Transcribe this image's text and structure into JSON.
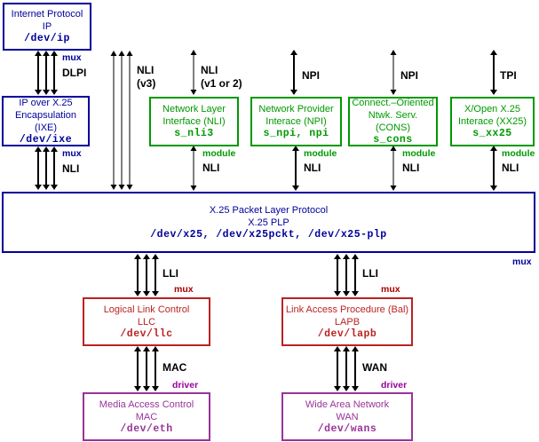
{
  "diagram": {
    "title_hint": "X.25 protocol stack diagram",
    "boxes": {
      "ip": {
        "line1": "Internet Protocol",
        "line2": "IP",
        "dev": "/dev/ip"
      },
      "ixe": {
        "line1": "IP over X.25",
        "line2": "Encapsulation (IXE)",
        "dev": "/dev/ixe"
      },
      "nli": {
        "line1": "Network Layer",
        "line2": "Interface (NLI)",
        "dev": "s_nli3"
      },
      "npi": {
        "line1": "Network Provider",
        "line2": "Interace (NPI)",
        "dev": "s_npi, npi"
      },
      "cons": {
        "line1": "Connect.–Oriented",
        "line2": "Ntwk. Serv. (CONS)",
        "dev": "s_cons"
      },
      "xx25": {
        "line1": "X/Open X.25",
        "line2": "Interace (XX25)",
        "dev": "s_xx25"
      },
      "plp": {
        "line1": "X.25 Packet Layer Protocol",
        "line2": "X.25 PLP",
        "dev": "/dev/x25, /dev/x25pckt, /dev/x25-plp"
      },
      "llc": {
        "line1": "Logical Link Control",
        "line2": "LLC",
        "dev": "/dev/llc"
      },
      "lapb": {
        "line1": "Link Access Procedure (Bal)",
        "line2": "LAPB",
        "dev": "/dev/lapb"
      },
      "mac": {
        "line1": "Media Access Control",
        "line2": "MAC",
        "dev": "/dev/eth"
      },
      "wan": {
        "line1": "Wide Area Network",
        "line2": "WAN",
        "dev": "/dev/wans"
      }
    },
    "labels": {
      "mux": "mux",
      "module": "module",
      "driver": "driver",
      "dlpi": "DLPI",
      "nli": "NLI",
      "v3": "(v3)",
      "v12": "(v1 or 2)",
      "npi": "NPI",
      "tpi": "TPI",
      "lli": "LLI",
      "mac": "MAC",
      "wan": "WAN"
    },
    "colors": {
      "blue": "#000099",
      "green": "#009900",
      "red": "#bb2222",
      "magenta": "#993399",
      "redlbl": "#aa0000",
      "magentalbl": "#990099",
      "arrow": "#000000"
    }
  }
}
